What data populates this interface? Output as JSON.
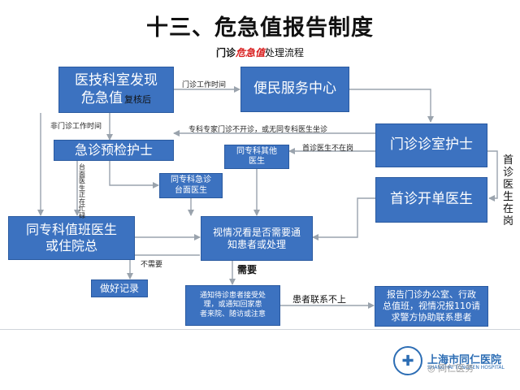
{
  "title": "十三、危急值报告制度",
  "subtitle": {
    "prefix": "门诊",
    "highlight": "危急值",
    "suffix": "处理流程"
  },
  "nodes": {
    "lab_detect": {
      "line1": "医技科室发现",
      "line2": "危急值",
      "small": "复核后"
    },
    "service_center": "便民服务中心",
    "triage_nurse": "急诊预检护士",
    "clinic_nurse": "门诊诊室护士",
    "first_doctor": "首诊开单医生",
    "other_doctor": {
      "line1": "同专科其他",
      "line2": "医生"
    },
    "er_doctor": {
      "line1": "同专科急诊",
      "line2": "台面医生"
    },
    "oncall_doctor": {
      "line1": "同专科值班医生",
      "line2": "或住院总"
    },
    "decide": {
      "line1": "视情况看是否需要通",
      "line2": "知患者或处理"
    },
    "record": "做好记录",
    "notify": {
      "line1": "通知待诊患者接受处",
      "line2": "理，或通知回家患",
      "line3": "者来院、随访或注意"
    },
    "report": {
      "line1": "报告门诊办公室、行政",
      "line2": "总值班，视情况报110请",
      "line3": "求警方协助联系患者"
    }
  },
  "edge_labels": {
    "clinic_hours": "门诊工作时间",
    "non_clinic_hours": "非门诊工作时间",
    "no_specialist": "专科专家门诊不开诊，或无同专科医生坐诊",
    "not_on_duty": "首诊医生不在岗",
    "er_doctor_on_duty": "台面医生正在忙碌",
    "not_needed": "不需要",
    "needed": "需要",
    "unreachable": "患者联系不上",
    "first_doctor_on_duty": "首诊医生在岗"
  },
  "logo": {
    "name": "上海市同仁医院",
    "sub": "SHANGHAI TONGREN HOSPITAL"
  },
  "watermark": "同仁医务",
  "colors": {
    "box": "#3c72c0",
    "arrow": "#9aa3ad",
    "highlight": "#d81e1e"
  }
}
